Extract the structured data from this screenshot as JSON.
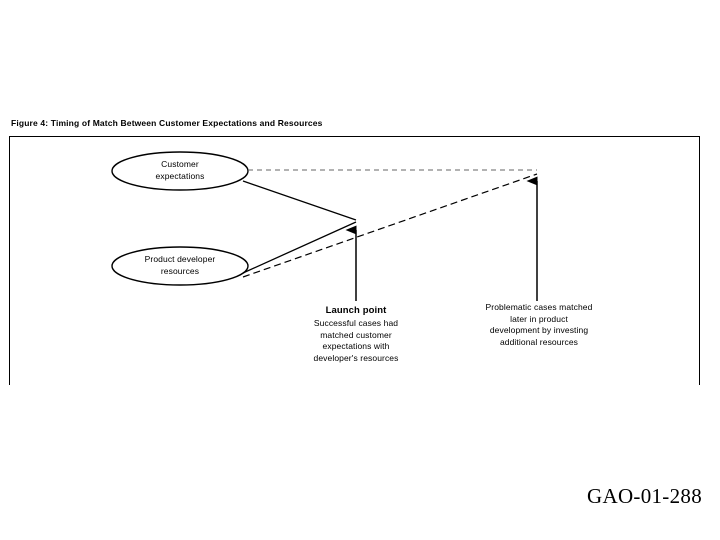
{
  "document": {
    "background_color": "#ffffff",
    "text_color": "#000000"
  },
  "figure": {
    "caption": "Figure 4:  Timing of Match Between Customer Expectations and Resources",
    "frame": {
      "border_color": "#000000",
      "open_bottom": true
    },
    "nodes": [
      {
        "id": "customer-expectations",
        "shape": "ellipse",
        "line1": "Customer",
        "line2": "expectations"
      },
      {
        "id": "product-developer-resources",
        "shape": "ellipse",
        "line1": "Product developer",
        "line2": "resources"
      }
    ],
    "annotations": [
      {
        "id": "launch-point",
        "heading": "Launch point",
        "line1": "Successful cases had",
        "line2": "matched customer",
        "line3": "expectations with",
        "line4": "developer's resources"
      },
      {
        "id": "problematic-cases",
        "heading": "",
        "line1": "Problematic cases matched",
        "line2": "later in product",
        "line3": "development by investing",
        "line4": "additional resources"
      }
    ],
    "connector_styles": {
      "solid": "solid",
      "dashed": "dashed",
      "stroke_color": "#000000",
      "dashed_color": "#555555"
    }
  },
  "footer": {
    "report_id": "GAO-01-288"
  }
}
